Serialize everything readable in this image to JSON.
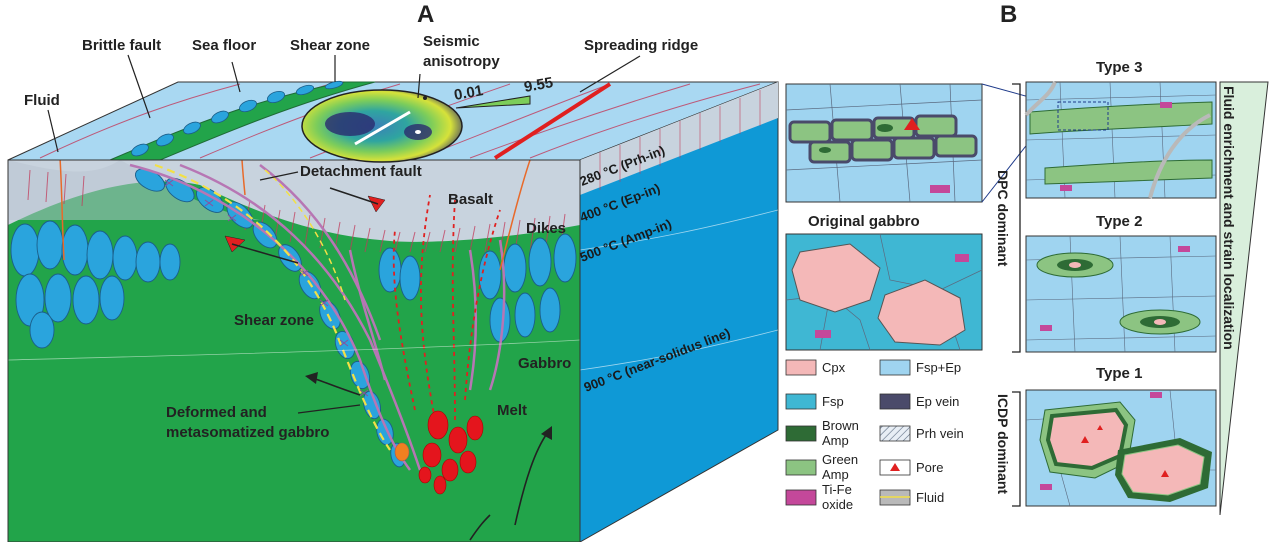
{
  "panel_a": {
    "letter": "A",
    "labels": {
      "brittle_fault": "Brittle fault",
      "sea_floor": "Sea floor",
      "shear_zone_top": "Shear zone",
      "seismic_anisotropy_1": "Seismic",
      "seismic_anisotropy_2": "anisotropy",
      "spreading_ridge": "Spreading ridge",
      "fluid": "Fluid",
      "detachment_fault": "Detachment fault",
      "basalt": "Basalt",
      "dikes": "Dikes",
      "shear_zone_mid": "Shear zone",
      "gabbro": "Gabbro",
      "melt": "Melt",
      "deformed_1": "Deformed and",
      "deformed_2": "metasomatized gabbro"
    },
    "scale_min": "0.01",
    "scale_max": "9.55",
    "isotherms": [
      "280 °C (Prh-in)",
      "400 °C (Ep-in)",
      "500 °C (Amp-in)",
      "900 °C (near-solidus line)"
    ]
  },
  "panel_b": {
    "letter": "B",
    "type3": "Type 3",
    "type2": "Type 2",
    "type1": "Type 1",
    "original_gabbro": "Original gabbro",
    "dpc_dominant": "DPC dominant",
    "icdp_dominant": "ICDP dominant",
    "trend": "Fluid enrichment and strain localization",
    "legend": [
      {
        "label": "Cpx",
        "color": "#f4b8b8",
        "kind": "fill"
      },
      {
        "label": "Fsp+Ep",
        "color": "#9fd4f0",
        "kind": "fill"
      },
      {
        "label": "Fsp",
        "color": "#3fb7d3",
        "kind": "fill"
      },
      {
        "label": "Ep vein",
        "color": "#4a4a6a",
        "kind": "fill"
      },
      {
        "label": "Brown\nAmp",
        "color": "#2e6b35",
        "kind": "fill"
      },
      {
        "label": "Prh vein",
        "color": "#e8eef5",
        "kind": "hatch"
      },
      {
        "label": "Green\nAmp",
        "color": "#8cc482",
        "kind": "fill"
      },
      {
        "label": "Pore",
        "color": "#e02020",
        "kind": "triangle"
      },
      {
        "label": "Ti-Fe\noxide",
        "color": "#c4489a",
        "kind": "fill"
      },
      {
        "label": "Fluid",
        "color": "#b9b9b9",
        "kind": "line"
      }
    ]
  },
  "colors": {
    "sea": "#a9d8f2",
    "crust_top": "#c4cfd9",
    "basalt": "#c8d3de",
    "gabbro": "#22a44a",
    "ocean_side": "#0f99d6",
    "fsp_blob": "#2aa4dd",
    "melt": "#e4151d",
    "ridge": "#e02020"
  }
}
